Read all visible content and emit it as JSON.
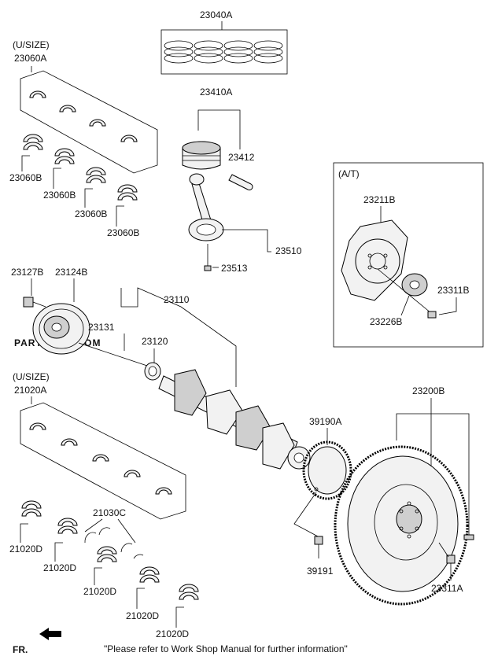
{
  "watermark": "PARTSOUQ.COM",
  "direction_label": "FR.",
  "footer_note": "\"Please refer to Work Shop Manual for further information\"",
  "groups": {
    "undersize_top": "(U/SIZE)",
    "undersize_bottom": "(U/SIZE)",
    "automatic": "(A/T)"
  },
  "callouts": {
    "c23040A": "23040A",
    "c23060A": "23060A",
    "c23410A": "23410A",
    "c23412": "23412",
    "c23060B_1": "23060B",
    "c23060B_2": "23060B",
    "c23060B_3": "23060B",
    "c23060B_4": "23060B",
    "c23211B": "23211B",
    "c23510": "23510",
    "c23513": "23513",
    "c23127B": "23127B",
    "c23124B": "23124B",
    "c23110": "23110",
    "c23311B": "23311B",
    "c23131": "23131",
    "c23120": "23120",
    "c23226B": "23226B",
    "c21020A": "21020A",
    "c23200B": "23200B",
    "c39190A": "39190A",
    "c21030C": "21030C",
    "c21020D_1": "21020D",
    "c21020D_2": "21020D",
    "c21020D_3": "21020D",
    "c21020D_4": "21020D",
    "c21020D_5": "21020D",
    "c39191": "39191",
    "c23311A": "23311A"
  }
}
